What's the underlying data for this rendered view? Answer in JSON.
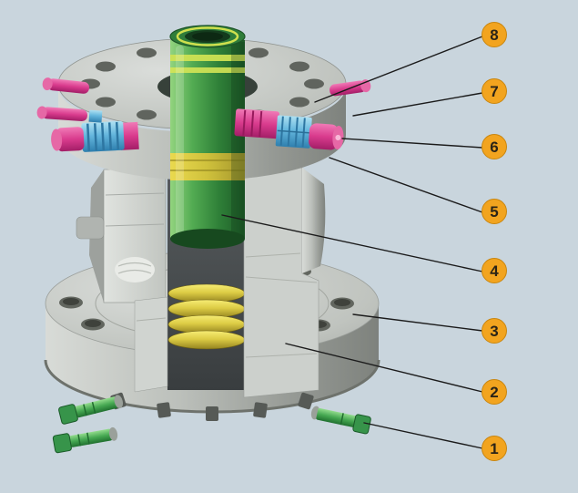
{
  "colors": {
    "background": "#c9d5dd",
    "callout_fill": "#f2a41f",
    "callout_stroke": "#c9860f",
    "callout_text": "#2b2417",
    "leader_line": "#1b1b1b"
  },
  "callouts": [
    {
      "label": "8"
    },
    {
      "label": "7"
    },
    {
      "label": "6"
    },
    {
      "label": "5"
    },
    {
      "label": "4"
    },
    {
      "label": "3"
    },
    {
      "label": "2"
    },
    {
      "label": "1"
    }
  ]
}
